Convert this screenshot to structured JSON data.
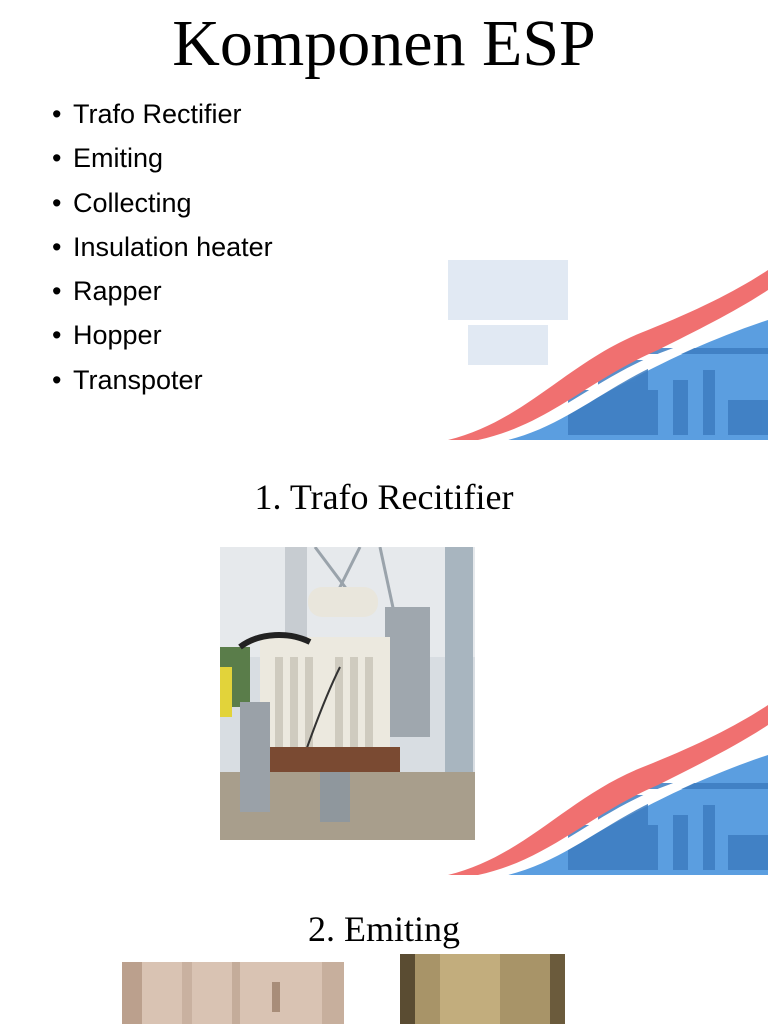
{
  "slides": [
    {
      "title": "Komponen ESP",
      "bullets": [
        "Trafo Rectifier",
        "Emiting",
        "Collecting",
        "Insulation heater",
        "Rapper",
        "Hopper",
        "Transpoter"
      ]
    },
    {
      "title": "1. Trafo Recitifier",
      "photo_icon": "transformer-photo"
    },
    {
      "title": "2. Emiting",
      "photo_icons": [
        "emitting-electrode-photo-left",
        "emitting-electrode-photo-right"
      ]
    }
  ],
  "colors": {
    "ribbon_red": "#f07070",
    "ribbon_blue": "#4a90d9",
    "background": "#ffffff"
  }
}
